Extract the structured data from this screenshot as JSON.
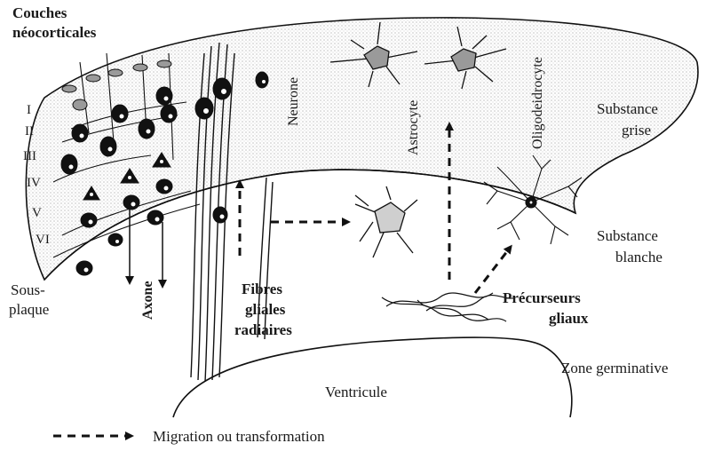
{
  "title": [
    "Couches",
    "néocorticales"
  ],
  "layers": [
    "I",
    "II",
    "III",
    "IV",
    "V",
    "VI"
  ],
  "labels": {
    "neurone": "Neurone",
    "astrocyte": "Astrocyte",
    "oligodendrocyte": "Oligodeidrocyte",
    "grey_matter": [
      "Substance",
      "grise"
    ],
    "white_matter": [
      "Substance",
      "blanche"
    ],
    "subplate": [
      "Sous-",
      "plaque"
    ],
    "axon": "Axone",
    "radial_glia": [
      "Fibres",
      "gliales",
      "radiaires"
    ],
    "glial_precursors": [
      "Précurseurs",
      "gliaux"
    ],
    "germinal_zone": "Zone germinative",
    "ventricle": "Ventricule"
  },
  "legend": {
    "text": "Migration ou transformation"
  },
  "colors": {
    "ink": "#111111",
    "cell_grey": "#9a9a9a",
    "dot_fill": "#dcdcdc"
  }
}
